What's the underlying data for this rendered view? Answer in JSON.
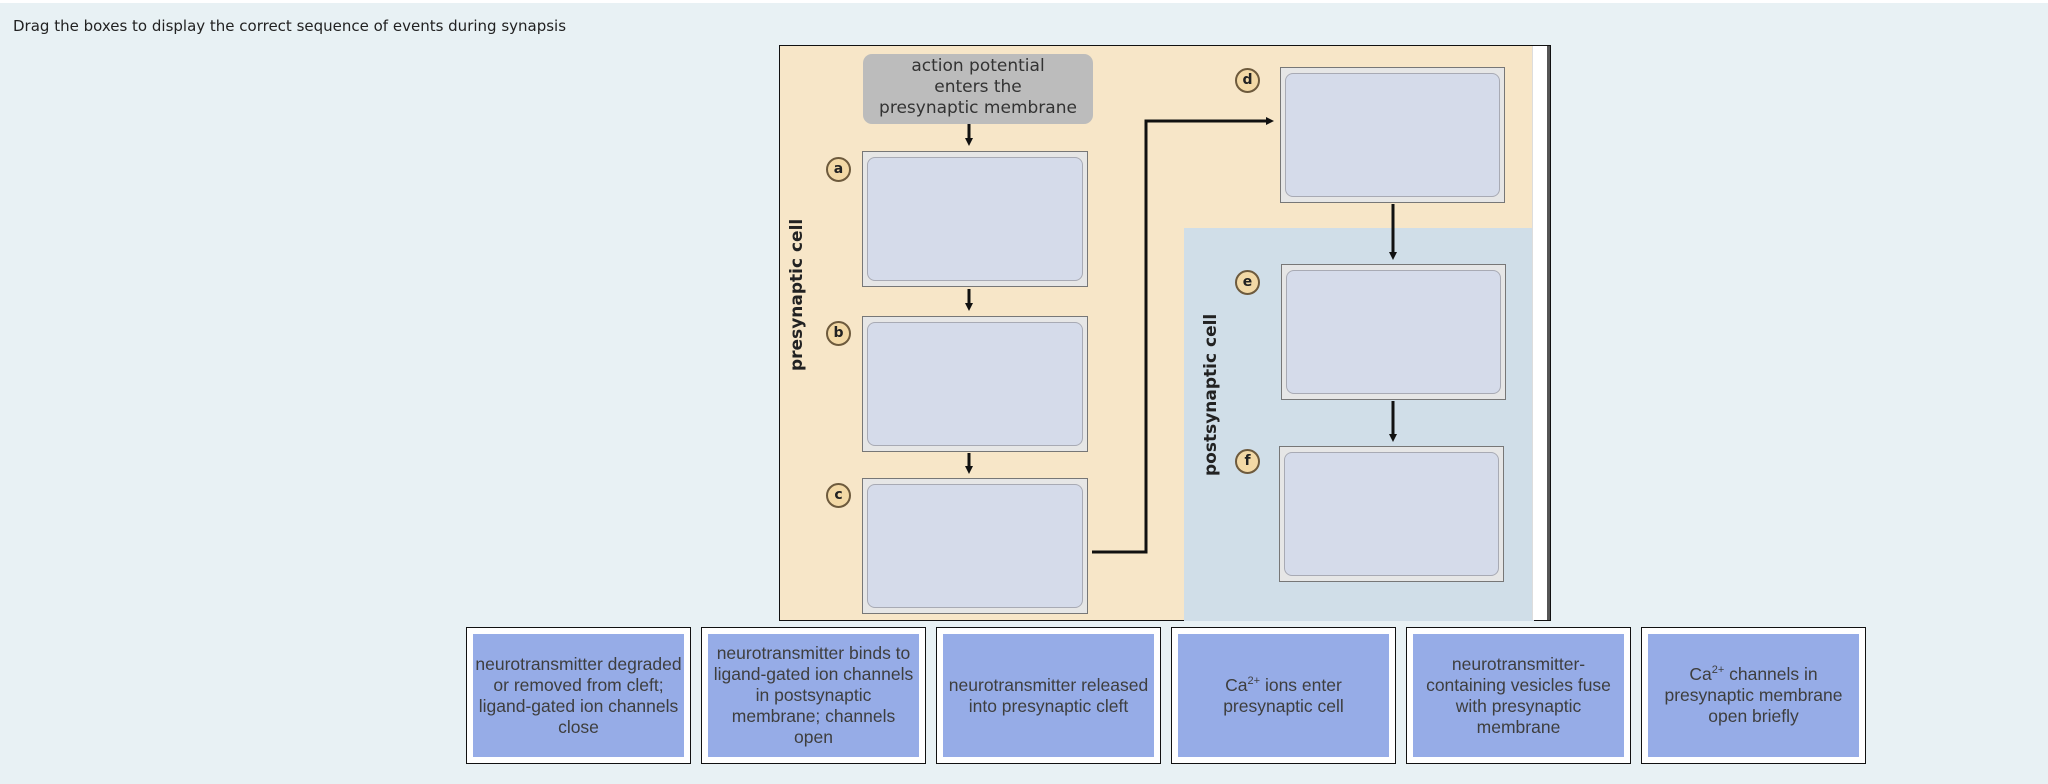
{
  "instruction": "Drag the boxes to display the correct sequence of events during synapsis",
  "diagram": {
    "start_box": [
      "action potential",
      "enters the",
      "presynaptic membrane"
    ],
    "presynaptic_label": "presynaptic cell",
    "postsynaptic_label": "postsynaptic cell",
    "slots": [
      {
        "label": "a",
        "content": ""
      },
      {
        "label": "b",
        "content": ""
      },
      {
        "label": "c",
        "content": ""
      },
      {
        "label": "d",
        "content": ""
      },
      {
        "label": "e",
        "content": ""
      },
      {
        "label": "f",
        "content": ""
      }
    ],
    "colors": {
      "presynaptic_bg": "#f7e6c8",
      "postsynaptic_bg": "#d0dee8",
      "slot_fill": "#d5dbea",
      "start_box": "#bcbcbc",
      "badge": "#f3d9a6"
    }
  },
  "choices": [
    {
      "id": "degraded",
      "text": "neurotransmitter degraded or removed from cleft; ligand-gated ion channels close",
      "prefix": "",
      "sup": "",
      "suffix": ""
    },
    {
      "id": "binds",
      "text": "neurotransmitter binds to ligand-gated ion channels in postsynaptic membrane; channels open",
      "prefix": "",
      "sup": "",
      "suffix": ""
    },
    {
      "id": "released",
      "text": "neurotransmitter released into presynaptic cleft",
      "prefix": "",
      "sup": "",
      "suffix": ""
    },
    {
      "id": "ca-enter",
      "text": "",
      "prefix": "Ca",
      "sup": "2+",
      "suffix": " ions enter presynaptic cell"
    },
    {
      "id": "vesicles",
      "text": "neurotransmitter-containing vesicles fuse with presynaptic membrane",
      "prefix": "",
      "sup": "",
      "suffix": ""
    },
    {
      "id": "ca-channels",
      "text": "",
      "prefix": "Ca",
      "sup": "2+",
      "suffix": " channels in presynaptic membrane open briefly"
    }
  ],
  "choice_color": "#96ace7"
}
